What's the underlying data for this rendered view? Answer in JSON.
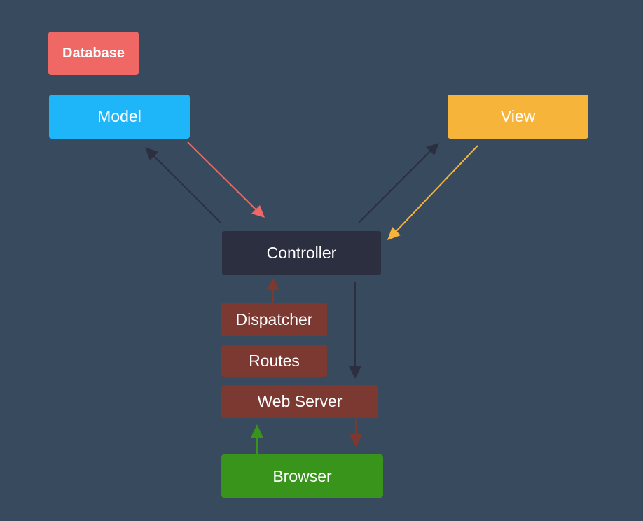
{
  "nodes": {
    "database": "Database",
    "model": "Model",
    "view": "View",
    "controller": "Controller",
    "dispatcher": "Dispatcher",
    "routes": "Routes",
    "web_server": "Web Server",
    "browser": "Browser"
  },
  "edges": [
    {
      "from": "controller",
      "to": "model",
      "color": "#2c2f40"
    },
    {
      "from": "model",
      "to": "controller",
      "color": "#f06865"
    },
    {
      "from": "controller",
      "to": "view",
      "color": "#2c2f40"
    },
    {
      "from": "view",
      "to": "controller",
      "color": "#f7b43a"
    },
    {
      "from": "dispatcher",
      "to": "controller",
      "color": "#7b3932"
    },
    {
      "from": "controller",
      "to": "web_server",
      "color": "#2c2f40"
    },
    {
      "from": "web_server",
      "to": "browser",
      "color": "#7b3932"
    },
    {
      "from": "browser",
      "to": "web_server",
      "color": "#39941b"
    }
  ],
  "colors": {
    "background": "#374a5e",
    "database": "#f06865",
    "model": "#1eb6f8",
    "view": "#f7b43a",
    "controller": "#2c2f40",
    "request_stack": "#7b3932",
    "browser": "#39941b"
  }
}
